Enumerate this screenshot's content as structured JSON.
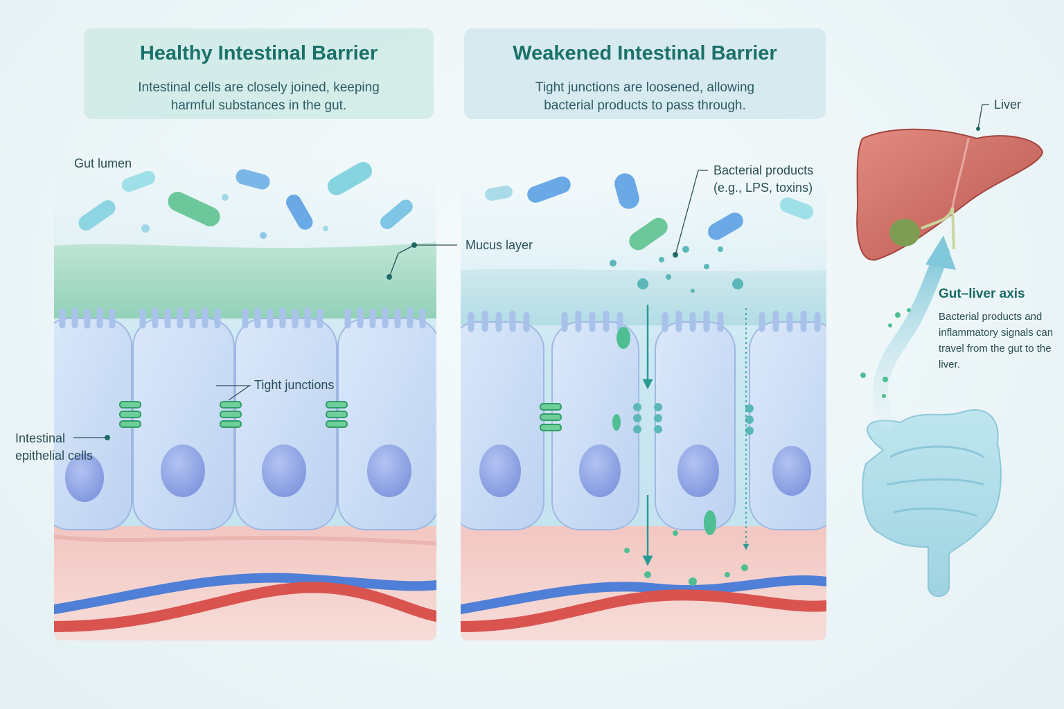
{
  "healthy": {
    "title": "Healthy Intestinal Barrier",
    "subtitle": "Intestinal cells are closely joined, keeping harmful substances in the gut."
  },
  "weakened": {
    "title": "Weakened Intestinal Barrier",
    "subtitle": "Tight junctions are loosened, allowing bacterial products to pass through."
  },
  "labels": {
    "gut_lumen": "Gut lumen",
    "mucus_layer": "Mucus layer",
    "tight_junctions": "Tight junctions",
    "epithelial_line1": "Intestinal",
    "epithelial_line2": "epithelial cells",
    "bacterial_line1": "Bacterial products",
    "bacterial_line2": "(e.g., LPS, toxins)",
    "liver": "Liver"
  },
  "axis": {
    "title": "Gut–liver axis",
    "text": "Bacterial products and inflammatory signals can travel from the gut to the liver."
  },
  "colors": {
    "title_teal": "#1a7169",
    "cell_blue": "#c9dcf5",
    "nucleus": "#8fa6e6",
    "junction_green": "#5cc48e",
    "mucus_green": "#a9dcc4",
    "vessel_red": "#d9534f",
    "vessel_blue": "#4f7fd6",
    "liver_red": "#c9625b",
    "intestine_blue": "#a7d9e6"
  }
}
